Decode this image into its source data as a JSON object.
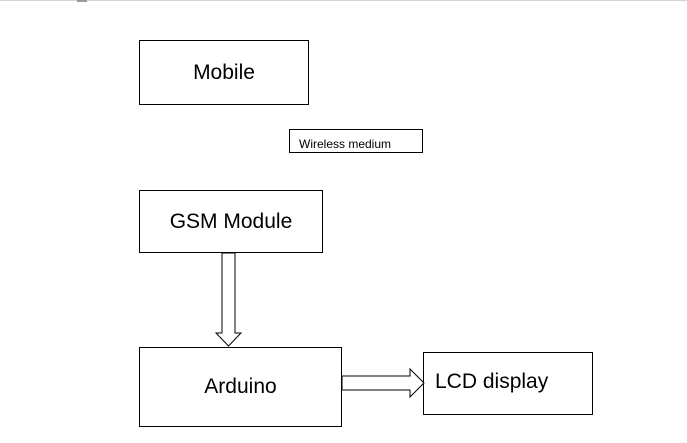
{
  "diagram": {
    "nodes": {
      "mobile": "Mobile",
      "gsm_module": "GSM Module",
      "arduino": "Arduino",
      "lcd_display": "LCD display"
    },
    "link_label": "Wireless medium",
    "edges": [
      {
        "from": "GSM Module",
        "to": "Arduino"
      },
      {
        "from": "Arduino",
        "to": "LCD display"
      }
    ]
  }
}
